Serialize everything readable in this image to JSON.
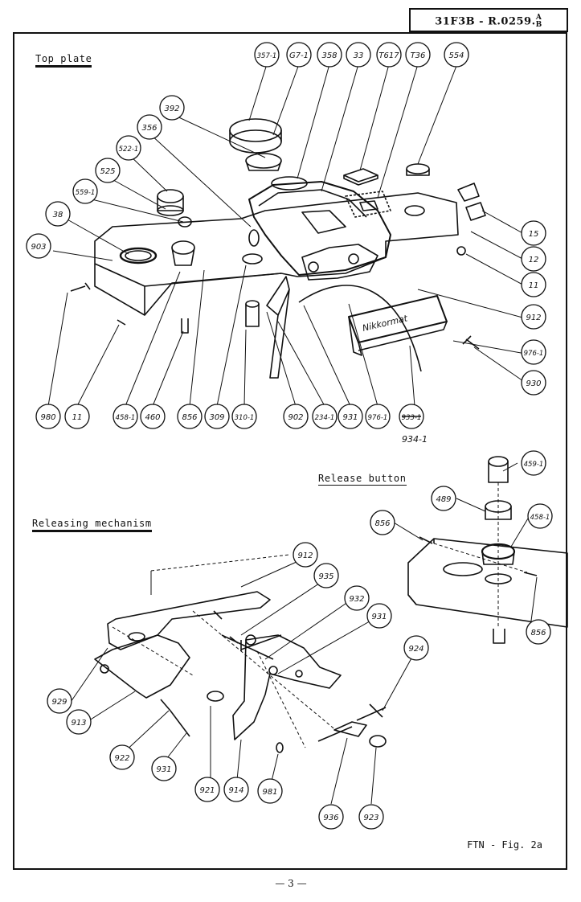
{
  "header": {
    "doc_code": "31F3B - R.0259.",
    "suffix_a": "A",
    "suffix_b": "B"
  },
  "sections": {
    "top_plate": "Top plate",
    "release_button": "Release button",
    "releasing_mechanism": "Releasing mechanism"
  },
  "brand_plate": "Nikkormat",
  "figure_caption": "FTN - Fig. 2a",
  "page_number": "— 3 —",
  "part_labels": {
    "top": [
      "357-1",
      "G7-1",
      "358",
      "33",
      "T617",
      "T36",
      "554",
      "392",
      "356",
      "522-1",
      "525",
      "559-1",
      "38",
      "903",
      "15",
      "12",
      "11",
      "912",
      "976-1",
      "930"
    ],
    "top_bottom_row": [
      "980",
      "11",
      "458-1",
      "460",
      "856",
      "309",
      "310-1",
      "902",
      "234-1",
      "931",
      "976-1",
      "933-1"
    ],
    "top_extra": "934-1",
    "release": [
      "459-1",
      "489",
      "856",
      "458-1",
      "856"
    ],
    "releasing": [
      "912",
      "935",
      "932",
      "931",
      "924",
      "929",
      "913",
      "922",
      "931",
      "921",
      "914",
      "981",
      "936",
      "923"
    ]
  },
  "colors": {
    "ink": "#111111",
    "paper": "#ffffff"
  }
}
